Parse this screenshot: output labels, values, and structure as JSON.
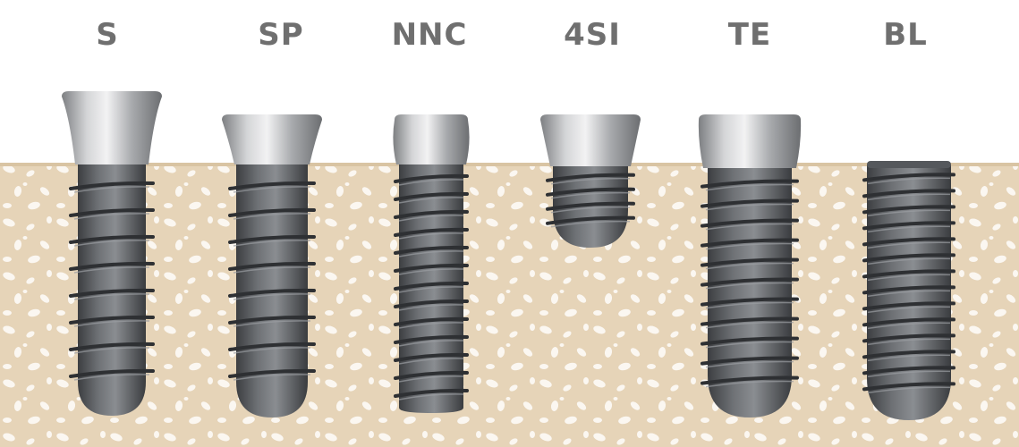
{
  "labels": {
    "s": "S",
    "sp": "SP",
    "nnc": "NNC",
    "4si": "4SI",
    "te": "TE",
    "bl": "BL"
  },
  "colors": {
    "bone_base": "#e6d4b8",
    "bone_pore": "#ffffff",
    "collar_metal": "#b8b8b8",
    "thread_body": "#6b6e72",
    "label_text": "#6f6f6f"
  }
}
